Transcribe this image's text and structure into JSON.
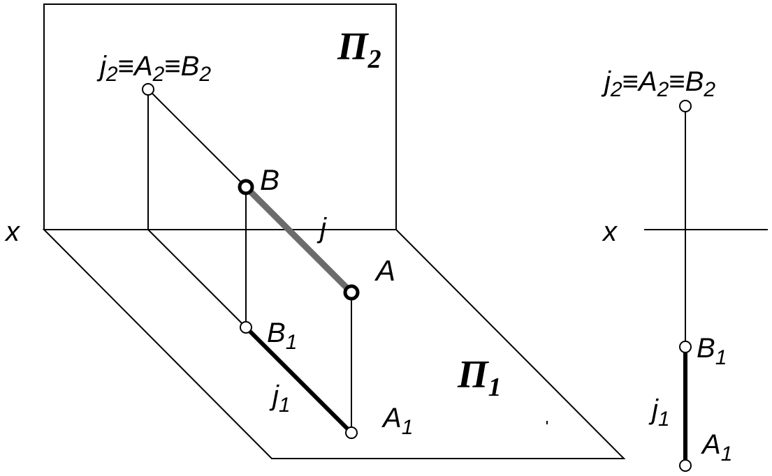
{
  "labels": {
    "plane_v": "Π",
    "plane_v_sub": "2",
    "plane_h": "Π",
    "plane_h_sub": "1",
    "axis_left": "x",
    "axis_right": "x",
    "line_j": "j",
    "top_left": {
      "j": "j",
      "j_sub": "2",
      "a": "A",
      "a_sub": "2",
      "b": "B",
      "b_sub": "2",
      "eq": "≡"
    },
    "top_right": {
      "j": "j",
      "j_sub": "2",
      "a": "A",
      "a_sub": "2",
      "b": "B",
      "b_sub": "2",
      "eq": "≡"
    },
    "point_B": "B",
    "point_A": "A",
    "point_B1": "B",
    "point_B1_sub": "1",
    "point_A1": "A",
    "point_A1_sub": "1",
    "line_j1": "j",
    "line_j1_sub": "1",
    "r_B1": "B",
    "r_B1_sub": "1",
    "r_A1": "A",
    "r_A1_sub": "1",
    "r_j1": "j",
    "r_j1_sub": "1"
  },
  "colors": {
    "ink": "#000000",
    "segment_AB": "#6b6b6b",
    "background": "#ffffff"
  }
}
